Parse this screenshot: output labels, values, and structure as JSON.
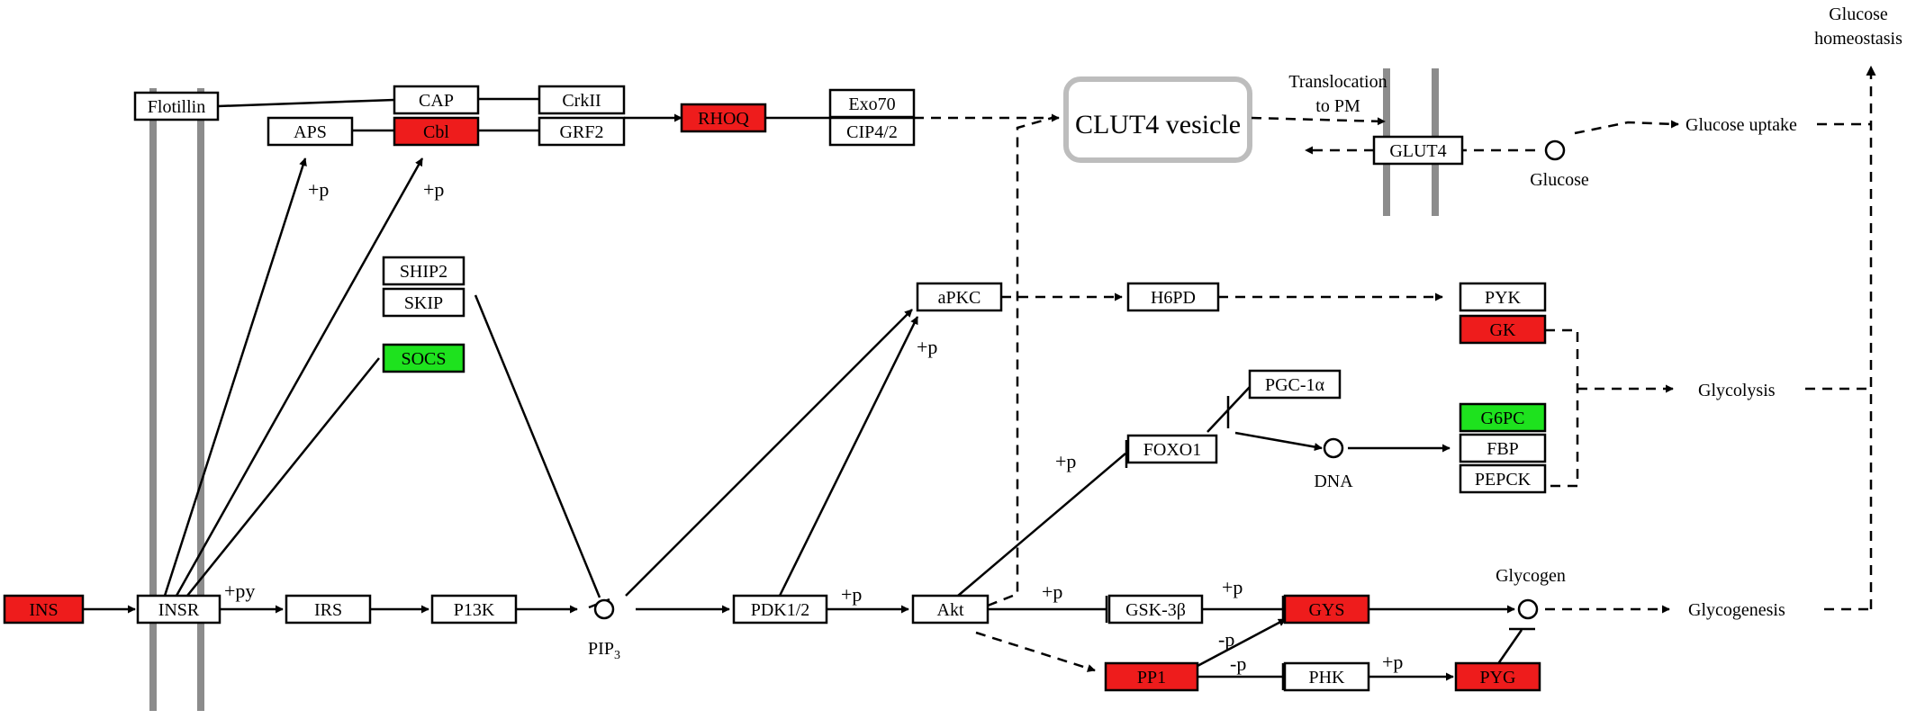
{
  "colors": {
    "up": "#ee1c1c",
    "down": "#1ee21e",
    "neutral": "#ffffff",
    "membrane": "#8c8c8c",
    "vesicle": "#bdbdbd"
  },
  "nodes": [
    {
      "id": "flotillin",
      "label": "Flotillin",
      "state": "neutral"
    },
    {
      "id": "cap",
      "label": "CAP",
      "state": "neutral"
    },
    {
      "id": "cbl",
      "label": "Cbl",
      "state": "up"
    },
    {
      "id": "aps",
      "label": "APS",
      "state": "neutral"
    },
    {
      "id": "crkii",
      "label": "CrkII",
      "state": "neutral"
    },
    {
      "id": "grf2",
      "label": "GRF2",
      "state": "neutral"
    },
    {
      "id": "rhoq",
      "label": "RHOQ",
      "state": "up"
    },
    {
      "id": "exo70",
      "label": "Exo70",
      "state": "neutral"
    },
    {
      "id": "cip42",
      "label": "CIP4/2",
      "state": "neutral"
    },
    {
      "id": "glut4",
      "label": "GLUT4",
      "state": "neutral"
    },
    {
      "id": "ship2",
      "label": "SHIP2",
      "state": "neutral"
    },
    {
      "id": "skip",
      "label": "SKIP",
      "state": "neutral"
    },
    {
      "id": "socs",
      "label": "SOCS",
      "state": "down"
    },
    {
      "id": "apkc",
      "label": "aPKC",
      "state": "neutral"
    },
    {
      "id": "h6pd",
      "label": "H6PD",
      "state": "neutral"
    },
    {
      "id": "pyk",
      "label": "PYK",
      "state": "neutral"
    },
    {
      "id": "gk",
      "label": "GK",
      "state": "up"
    },
    {
      "id": "pgc1a",
      "label": "PGC-1α",
      "state": "neutral"
    },
    {
      "id": "foxo1",
      "label": "FOXO1",
      "state": "neutral"
    },
    {
      "id": "g6pc",
      "label": "G6PC",
      "state": "down"
    },
    {
      "id": "fbp",
      "label": "FBP",
      "state": "neutral"
    },
    {
      "id": "pepck",
      "label": "PEPCK",
      "state": "neutral"
    },
    {
      "id": "ins",
      "label": "INS",
      "state": "up"
    },
    {
      "id": "insr",
      "label": "INSR",
      "state": "neutral"
    },
    {
      "id": "irs",
      "label": "IRS",
      "state": "neutral"
    },
    {
      "id": "p13k",
      "label": "P13K",
      "state": "neutral"
    },
    {
      "id": "pdk12",
      "label": "PDK1/2",
      "state": "neutral"
    },
    {
      "id": "akt",
      "label": "Akt",
      "state": "neutral"
    },
    {
      "id": "gsk3b",
      "label": "GSK-3β",
      "state": "neutral"
    },
    {
      "id": "gys",
      "label": "GYS",
      "state": "up"
    },
    {
      "id": "pp1",
      "label": "PP1",
      "state": "up"
    },
    {
      "id": "phk",
      "label": "PHK",
      "state": "neutral"
    },
    {
      "id": "pyg",
      "label": "PYG",
      "state": "up"
    }
  ],
  "compounds": {
    "glucose": "Glucose",
    "dna": "DNA",
    "glycogen": "Glycogen",
    "pip3_base": "PIP",
    "pip3_sub": "3"
  },
  "vesicle_label": "CLUT4 vesicle",
  "translocation": [
    "Translocation",
    "to PM"
  ],
  "outcomes": {
    "glucose_uptake": "Glucose uptake",
    "glycolysis": "Glycolysis",
    "glycogenesis": "Glycogenesis",
    "homeostasis": [
      "Glucose",
      "homeostasis"
    ]
  },
  "edge_labels": {
    "p_aps": "+p",
    "p_cbl": "+p",
    "py_insr_irs": "+py",
    "p_apkc": "+p",
    "p_pdk_akt": "+p",
    "p_foxo1": "+p",
    "p_gsk3b": "+p",
    "p_gys": "+p",
    "m_p_pp1_gys": "-p",
    "m_p_pp1_phk": "-p",
    "p_pyg": "+p"
  }
}
